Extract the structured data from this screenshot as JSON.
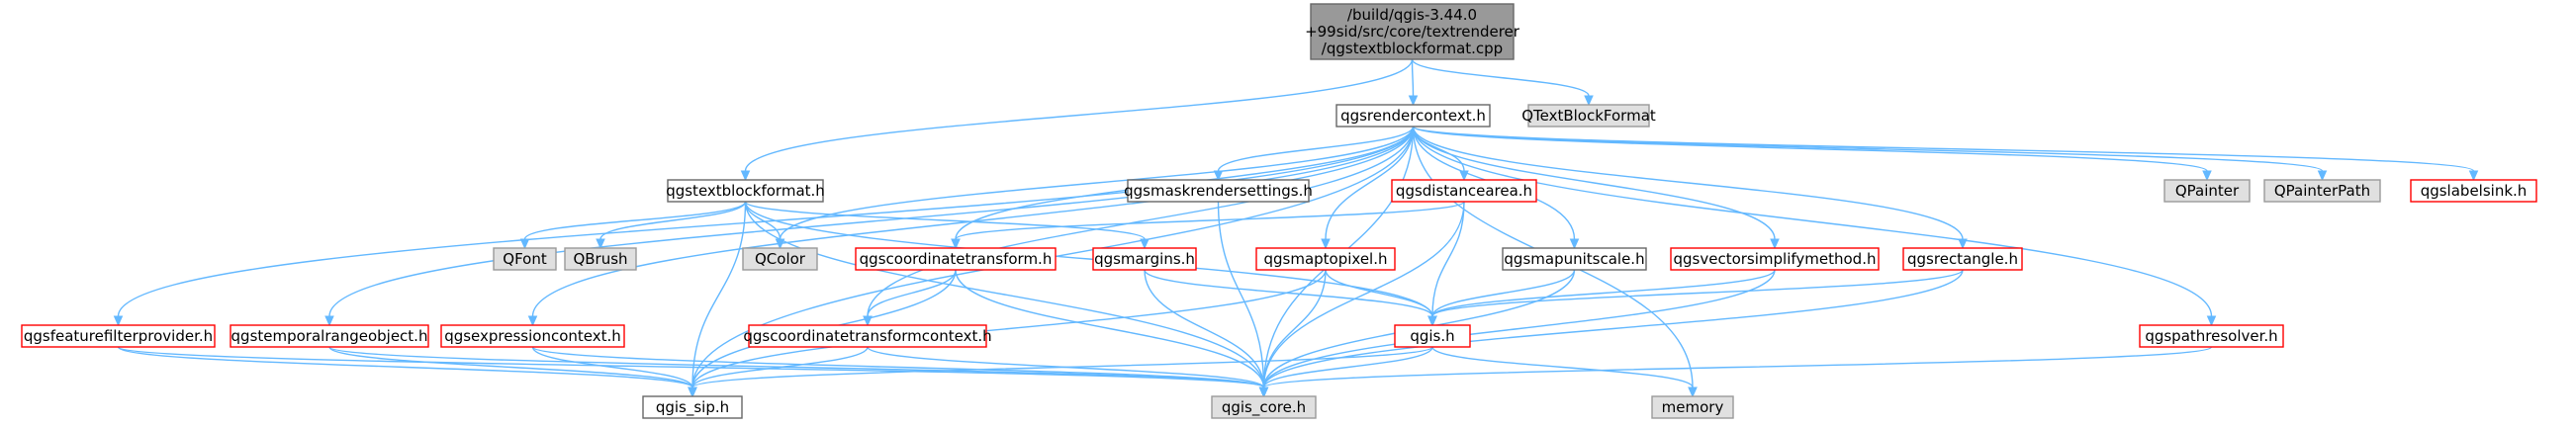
{
  "diagram": {
    "colors": {
      "root_fill": "#999999",
      "root_border": "#666666",
      "node_border_default": "#666666",
      "node_border_linked": "#ff0000",
      "node_fill_default": "#ffffff",
      "node_fill_external": "#e0e0e0",
      "node_border_external": "#999999",
      "edge": "#63b8ff"
    },
    "nodes": [
      {
        "id": "root",
        "label": "/build/qgis-3.44.0\n+99sid/src/core/textrenderer\n/qgstextblockformat.cpp",
        "kind": "root"
      },
      {
        "id": "rendercontext",
        "label": "qgsrendercontext.h",
        "kind": "file"
      },
      {
        "id": "qtextblockformat",
        "label": "QTextBlockFormat",
        "kind": "external"
      },
      {
        "id": "textblockformat",
        "label": "qgstextblockformat.h",
        "kind": "file"
      },
      {
        "id": "maskrendersettings",
        "label": "qgsmaskrendersettings.h",
        "kind": "file"
      },
      {
        "id": "distancearea",
        "label": "qgsdistancearea.h",
        "kind": "linked"
      },
      {
        "id": "qpainter",
        "label": "QPainter",
        "kind": "external"
      },
      {
        "id": "qpainterpath",
        "label": "QPainterPath",
        "kind": "external"
      },
      {
        "id": "labelsink",
        "label": "qgslabelsink.h",
        "kind": "linked"
      },
      {
        "id": "qfont",
        "label": "QFont",
        "kind": "external"
      },
      {
        "id": "qbrush",
        "label": "QBrush",
        "kind": "external"
      },
      {
        "id": "qcolor",
        "label": "QColor",
        "kind": "external"
      },
      {
        "id": "coordinatetransform",
        "label": "qgscoordinatetransform.h",
        "kind": "linked"
      },
      {
        "id": "margins",
        "label": "qgsmargins.h",
        "kind": "linked"
      },
      {
        "id": "maptopixel",
        "label": "qgsmaptopixel.h",
        "kind": "linked"
      },
      {
        "id": "mapunitscale",
        "label": "qgsmapunitscale.h",
        "kind": "file"
      },
      {
        "id": "vectorsimplifymethod",
        "label": "qgsvectorsimplifymethod.h",
        "kind": "linked"
      },
      {
        "id": "rectangle",
        "label": "qgsrectangle.h",
        "kind": "linked"
      },
      {
        "id": "featurefilterprovider",
        "label": "qgsfeaturefilterprovider.h",
        "kind": "linked"
      },
      {
        "id": "temporalrangeobject",
        "label": "qgstemporalrangeobject.h",
        "kind": "linked"
      },
      {
        "id": "expressioncontext",
        "label": "qgsexpressioncontext.h",
        "kind": "linked"
      },
      {
        "id": "coordinatetransformcontext",
        "label": "qgscoordinatetransformcontext.h",
        "kind": "linked"
      },
      {
        "id": "qgis",
        "label": "qgis.h",
        "kind": "linked"
      },
      {
        "id": "pathresolver",
        "label": "qgspathresolver.h",
        "kind": "linked"
      },
      {
        "id": "qgis_sip",
        "label": "qgis_sip.h",
        "kind": "file"
      },
      {
        "id": "qgis_core",
        "label": "qgis_core.h",
        "kind": "external"
      },
      {
        "id": "memory",
        "label": "memory",
        "kind": "external"
      }
    ],
    "edges": [
      [
        "root",
        "rendercontext"
      ],
      [
        "root",
        "qtextblockformat"
      ],
      [
        "root",
        "textblockformat"
      ],
      [
        "rendercontext",
        "maskrendersettings"
      ],
      [
        "rendercontext",
        "distancearea"
      ],
      [
        "rendercontext",
        "qpainter"
      ],
      [
        "rendercontext",
        "qpainterpath"
      ],
      [
        "rendercontext",
        "labelsink"
      ],
      [
        "rendercontext",
        "qcolor"
      ],
      [
        "rendercontext",
        "coordinatetransform"
      ],
      [
        "rendercontext",
        "maptopixel"
      ],
      [
        "rendercontext",
        "mapunitscale"
      ],
      [
        "rendercontext",
        "vectorsimplifymethod"
      ],
      [
        "rendercontext",
        "rectangle"
      ],
      [
        "rendercontext",
        "featurefilterprovider"
      ],
      [
        "rendercontext",
        "temporalrangeobject"
      ],
      [
        "rendercontext",
        "expressioncontext"
      ],
      [
        "rendercontext",
        "coordinatetransformcontext"
      ],
      [
        "rendercontext",
        "pathresolver"
      ],
      [
        "rendercontext",
        "qgis_sip"
      ],
      [
        "rendercontext",
        "qgis_core"
      ],
      [
        "rendercontext",
        "memory"
      ],
      [
        "textblockformat",
        "qfont"
      ],
      [
        "textblockformat",
        "qbrush"
      ],
      [
        "textblockformat",
        "qcolor"
      ],
      [
        "textblockformat",
        "margins"
      ],
      [
        "textblockformat",
        "qgis"
      ],
      [
        "textblockformat",
        "qgis_sip"
      ],
      [
        "textblockformat",
        "qgis_core"
      ],
      [
        "maskrendersettings",
        "qgis_core"
      ],
      [
        "distancearea",
        "coordinatetransform"
      ],
      [
        "distancearea",
        "qgis"
      ],
      [
        "distancearea",
        "qgis_core"
      ],
      [
        "coordinatetransform",
        "coordinatetransformcontext"
      ],
      [
        "coordinatetransform",
        "qgis_sip"
      ],
      [
        "coordinatetransform",
        "qgis_core"
      ],
      [
        "margins",
        "qgis"
      ],
      [
        "margins",
        "qgis_core"
      ],
      [
        "maptopixel",
        "qgis"
      ],
      [
        "maptopixel",
        "qgis_sip"
      ],
      [
        "maptopixel",
        "qgis_core"
      ],
      [
        "mapunitscale",
        "qgis"
      ],
      [
        "mapunitscale",
        "qgis_core"
      ],
      [
        "vectorsimplifymethod",
        "qgis"
      ],
      [
        "vectorsimplifymethod",
        "qgis_core"
      ],
      [
        "rectangle",
        "qgis"
      ],
      [
        "rectangle",
        "qgis_core"
      ],
      [
        "featurefilterprovider",
        "qgis_sip"
      ],
      [
        "featurefilterprovider",
        "qgis_core"
      ],
      [
        "temporalrangeobject",
        "qgis_sip"
      ],
      [
        "temporalrangeobject",
        "qgis_core"
      ],
      [
        "expressioncontext",
        "qgis_sip"
      ],
      [
        "expressioncontext",
        "qgis_core"
      ],
      [
        "coordinatetransformcontext",
        "qgis_sip"
      ],
      [
        "coordinatetransformcontext",
        "qgis_core"
      ],
      [
        "qgis",
        "qgis_sip"
      ],
      [
        "qgis",
        "qgis_core"
      ],
      [
        "qgis",
        "memory"
      ],
      [
        "pathresolver",
        "qgis_core"
      ]
    ]
  }
}
